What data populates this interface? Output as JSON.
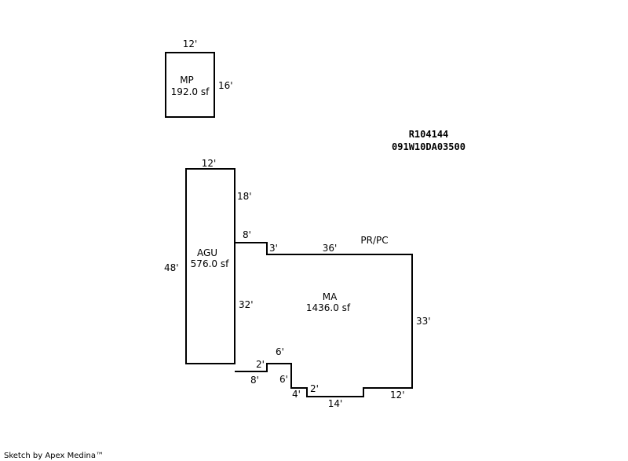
{
  "parcel": {
    "account": "R104144",
    "map_tax_lot": "091W10DA03500"
  },
  "areas": {
    "mp": {
      "name": "MP",
      "size": "192.0 sf"
    },
    "agu": {
      "name": "AGU",
      "size": "576.0 sf"
    },
    "ma": {
      "name": "MA",
      "size": "1436.0 sf"
    },
    "pr_pc": {
      "name": "PR/PC"
    }
  },
  "dims": {
    "mp_top": "12'",
    "mp_side": "16'",
    "agu_top": "12'",
    "agu_right_upper": "18'",
    "agu_left": "48'",
    "ma_step_top": "8'",
    "ma_step_down": "3'",
    "ma_top": "36'",
    "ma_right": "33'",
    "ma_left": "32'",
    "ma_bottom_left": "8'",
    "ma_step_up": "2'",
    "ma_step_across": "6'",
    "ma_step_drop": "6'",
    "ma_step_small_h": "4'",
    "ma_step_small_v": "2'",
    "ma_bottom": "14'",
    "ma_bottom_right": "12'"
  },
  "footer": "Sketch by Apex Medina™"
}
